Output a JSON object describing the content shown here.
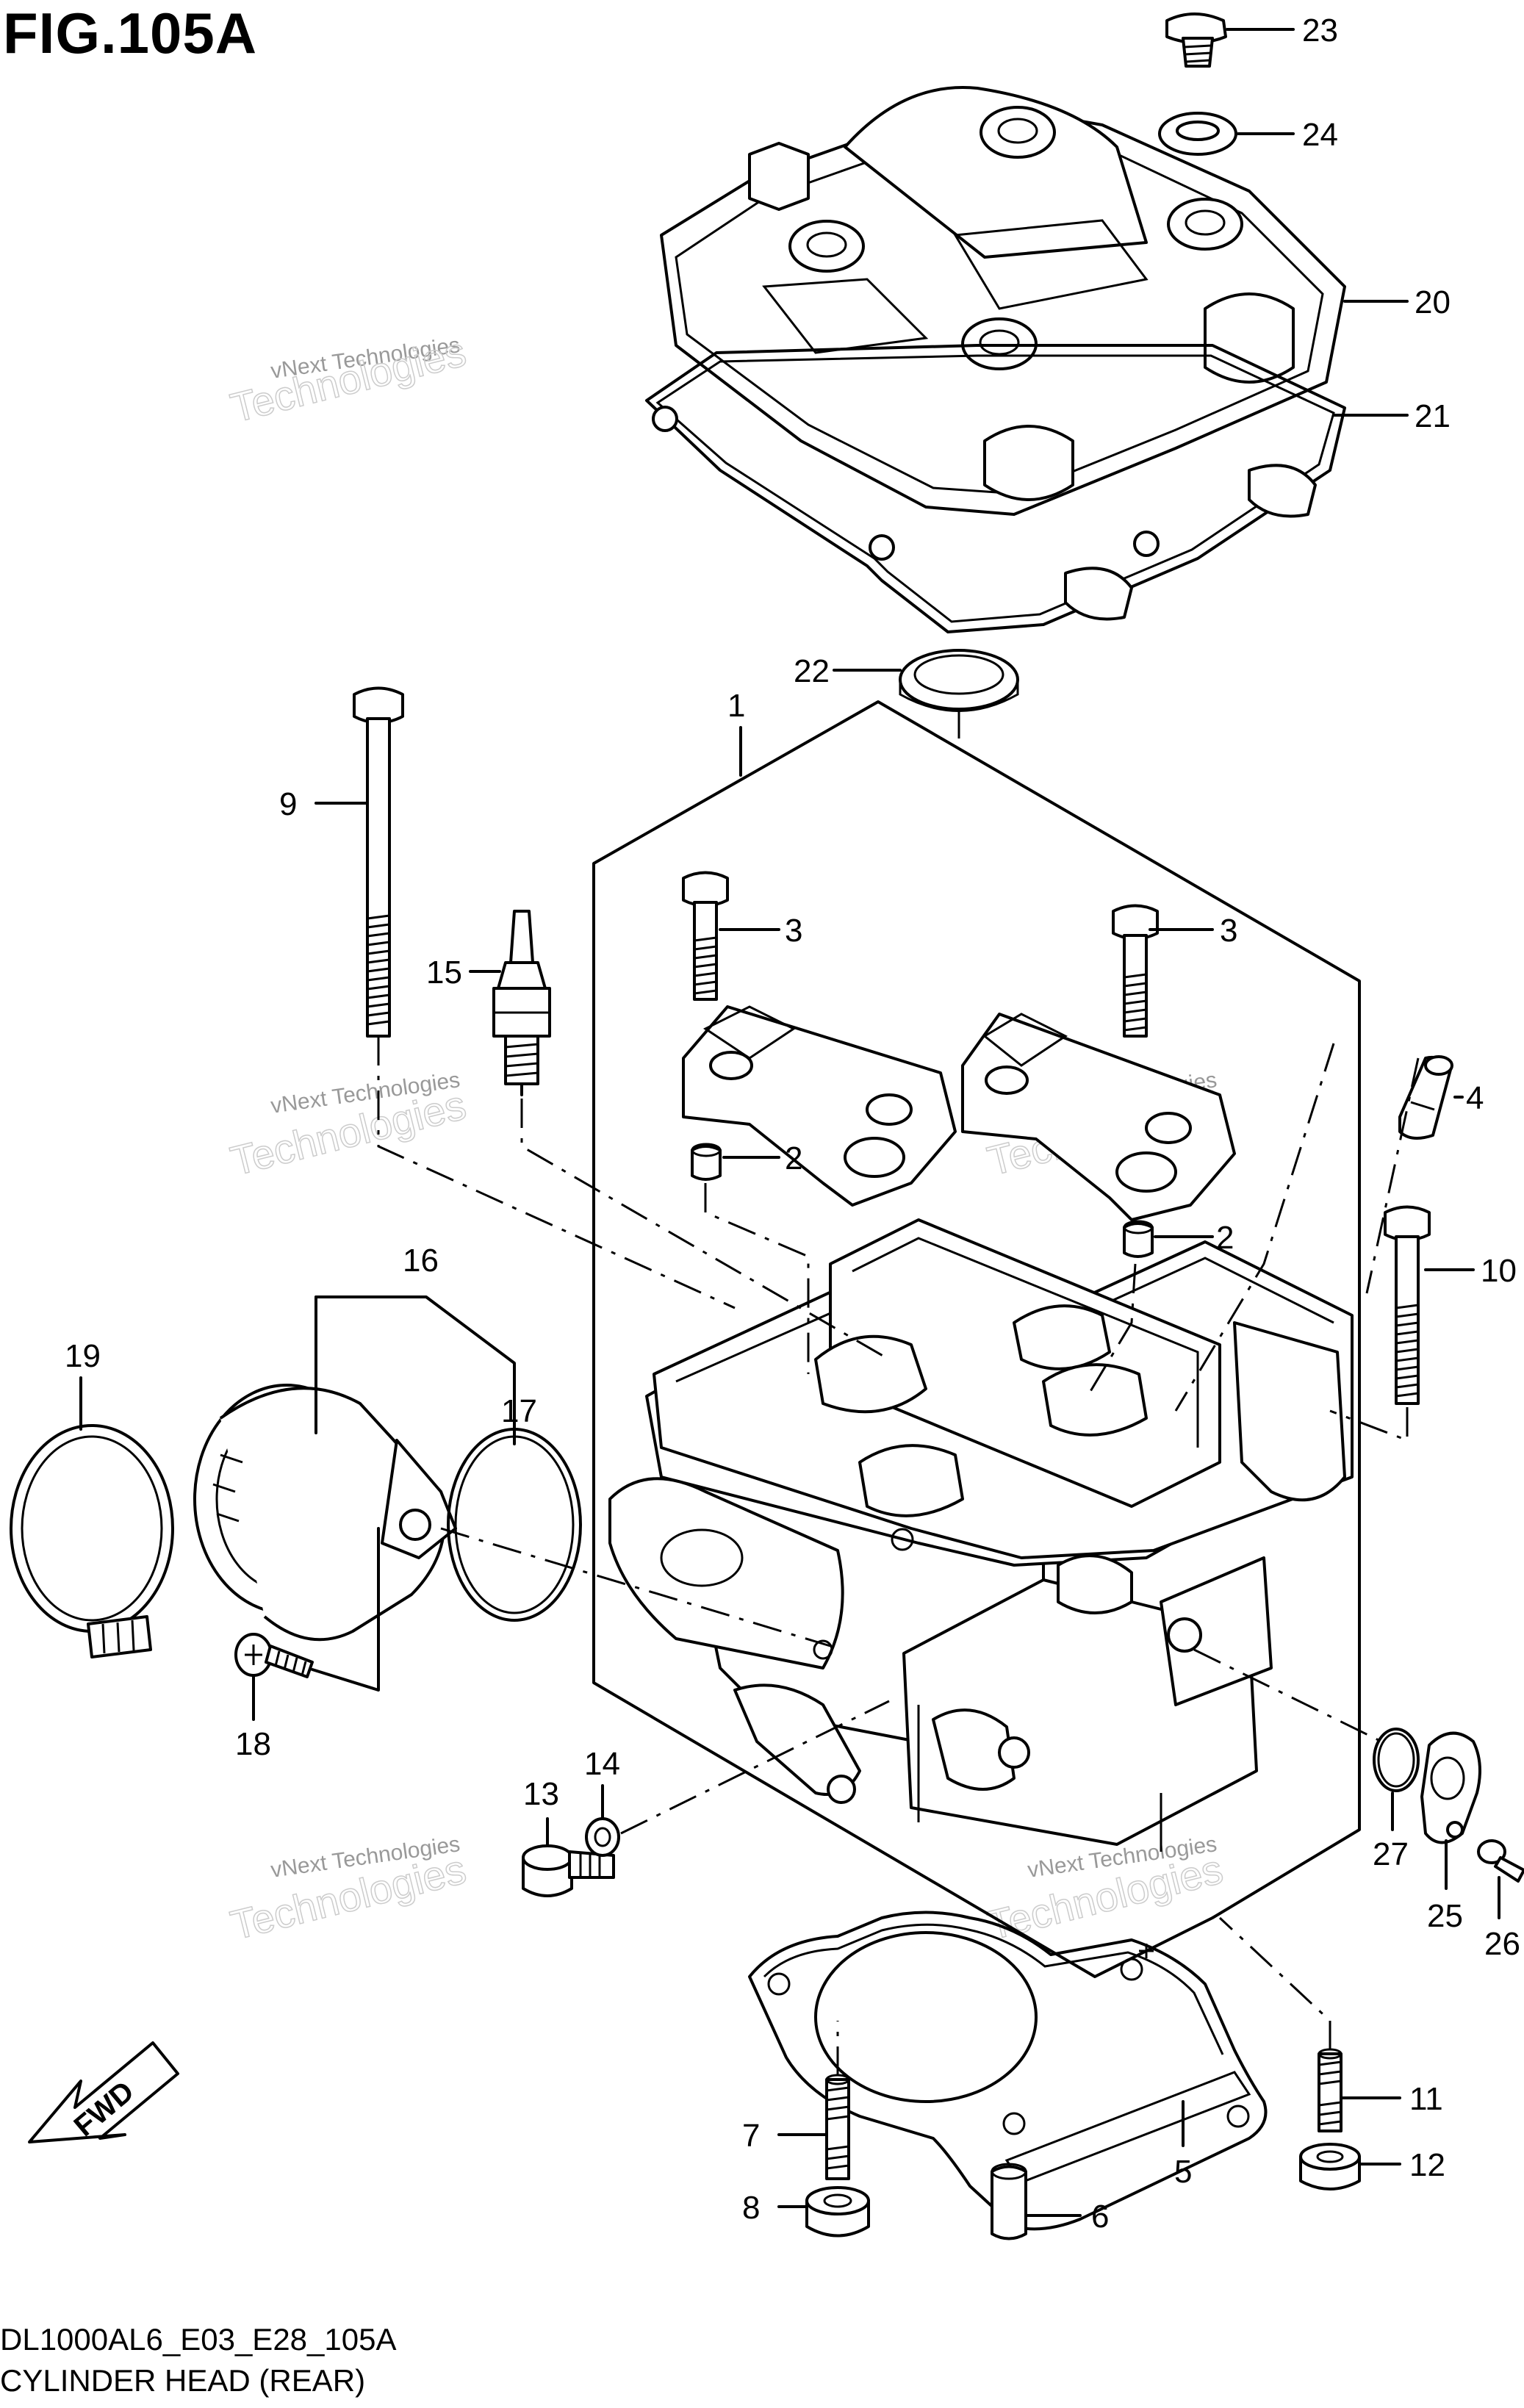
{
  "figure": {
    "title": "FIG.105A",
    "code": "DL1000AL6_E03_E28_105A",
    "name": "CYLINDER HEAD (REAR)"
  },
  "watermark": {
    "line1": "vNext Technologies",
    "line2": "Technologies"
  },
  "fwd_label": "FWD",
  "callouts": {
    "c1": "1",
    "c2a": "2",
    "c2b": "2",
    "c3a": "3",
    "c3b": "3",
    "c4": "4",
    "c5": "5",
    "c6": "6",
    "c7": "7",
    "c8": "8",
    "c9": "9",
    "c10": "10",
    "c11": "11",
    "c12": "12",
    "c13": "13",
    "c14": "14",
    "c15": "15",
    "c16": "16",
    "c17": "17",
    "c18": "18",
    "c19": "19",
    "c20": "20",
    "c21": "21",
    "c22": "22",
    "c23": "23",
    "c24": "24",
    "c25": "25",
    "c26": "26",
    "c27": "27"
  }
}
